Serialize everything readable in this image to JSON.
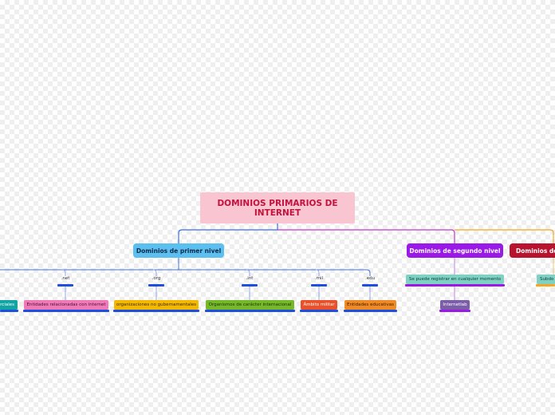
{
  "root": {
    "title": "DOMINIOS PRIMARIOS DE INTERNET"
  },
  "branches": {
    "primer_nivel": "Dominios de primer nivel",
    "segundo_nivel": "Dominios de segundo nivel",
    "tercer_nivel": "Dominios de"
  },
  "primer_nivel_children": {
    "net": {
      "label": ".net",
      "desc": "Entidades relacionadas con internet"
    },
    "org": {
      "label": ".org",
      "desc": "organizaciones no gubernamentales"
    },
    "int": {
      "label": ".int",
      "desc": "Organismos de carácter internacional"
    },
    "mil": {
      "label": ".mil",
      "desc": "Ámbito militar"
    },
    "edu": {
      "label": ".edu",
      "desc": "Entidades educativas"
    },
    "com_desc": "erciales"
  },
  "segundo_nivel_children": {
    "registro": "Se puede registrar en cualquier momento",
    "ejemplo": "Internetlab"
  },
  "tercer_nivel_children": {
    "sub": "Subdo"
  },
  "colors": {
    "root_bg": "#f9c5d1",
    "root_text": "#c2123d",
    "blue": "#1f4fe0",
    "purple": "#9b19e8",
    "crimson": "#b8122e",
    "orange": "#f5a623"
  }
}
